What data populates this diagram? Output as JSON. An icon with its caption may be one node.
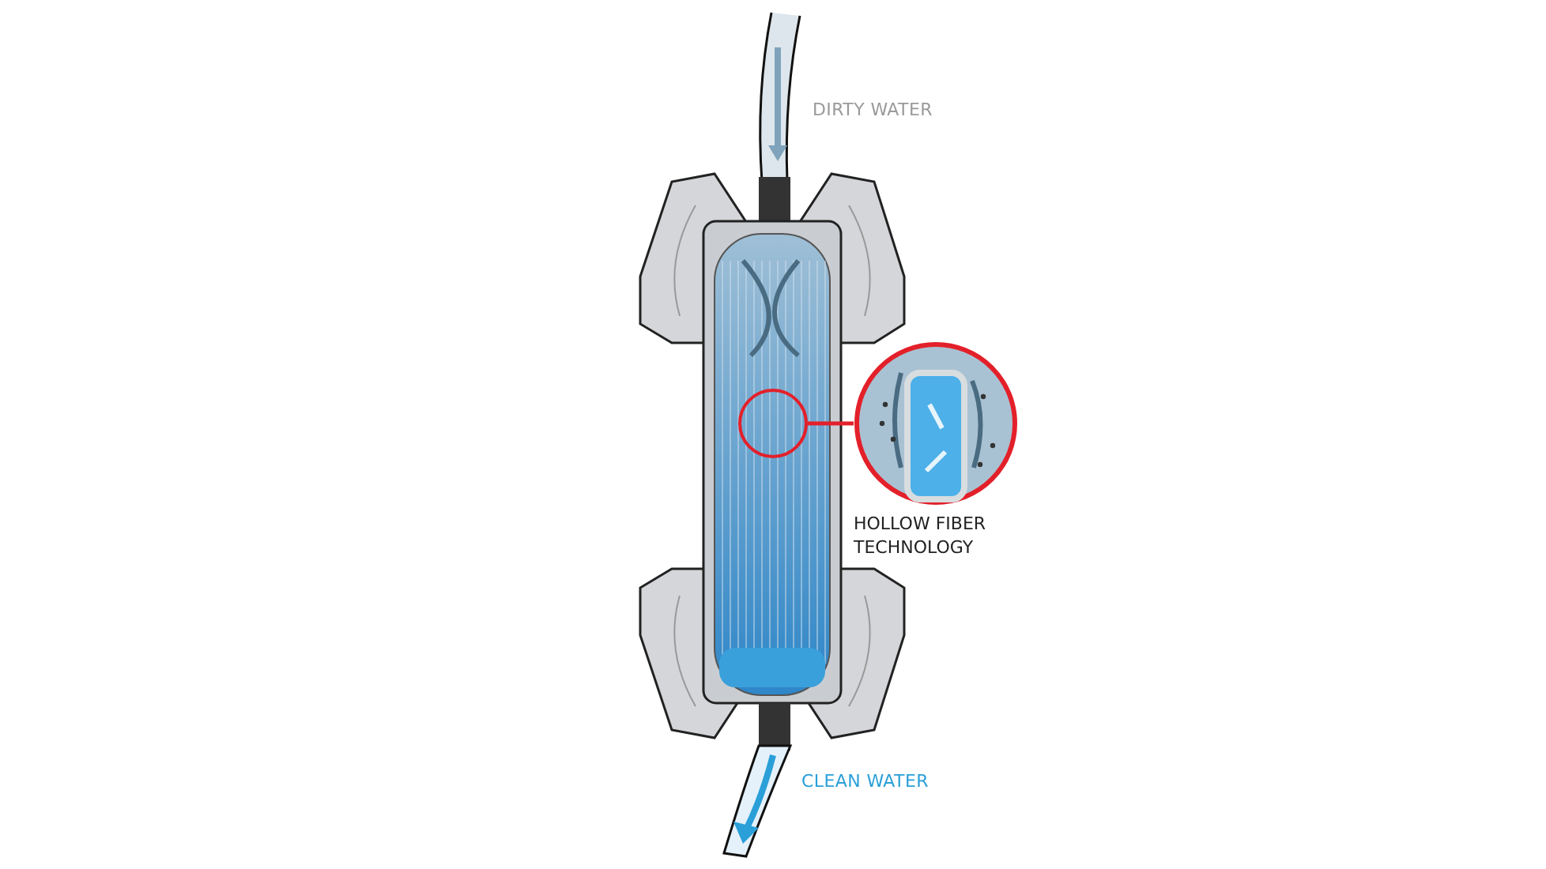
{
  "diagram": {
    "nodes": [
      {
        "text": [],
        "shape": "circle"
      },
      {
        "text": [
          "HOLLOW FIBER TECHNOLOGY"
        ]
      }
    ],
    "edges": [
      {
        "from": 0,
        "to": 1,
        "arrow": "none"
      }
    ],
    "labels": [
      "DIRTY WATER",
      "CLEAN WATER"
    ]
  }
}
